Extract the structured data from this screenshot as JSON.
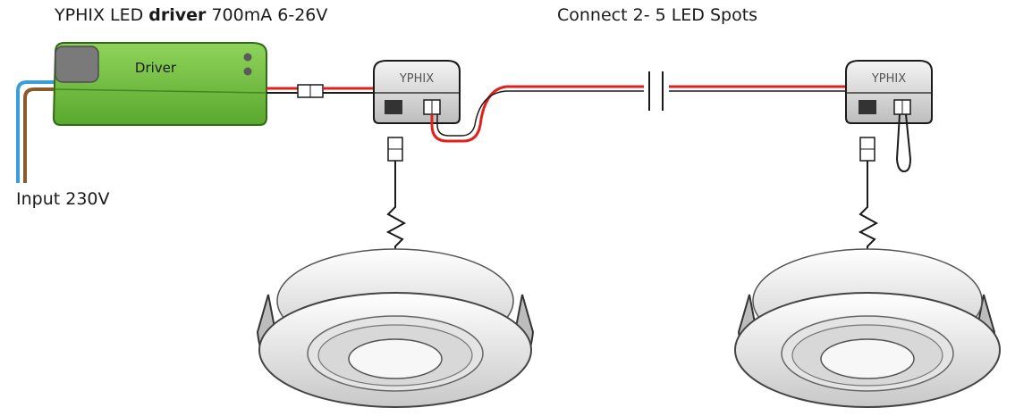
{
  "title": {
    "prefix": "YPHIX LED",
    "bold": "driver",
    "suffix": "700mA 6-26V"
  },
  "connect_label": "Connect 2- 5 LED Spots",
  "input_label": "Input 230V",
  "driver": {
    "label": "Driver",
    "color": "#6cbf3f"
  },
  "connector_brand": [
    "YPHIX",
    "YPHIX"
  ],
  "colors": {
    "wire_red": "#e0201b",
    "wire_black": "#1a1a1a",
    "wire_blue": "#3a9fd8",
    "wire_brown": "#8a5a2b",
    "housing": "#e2e2e2"
  }
}
